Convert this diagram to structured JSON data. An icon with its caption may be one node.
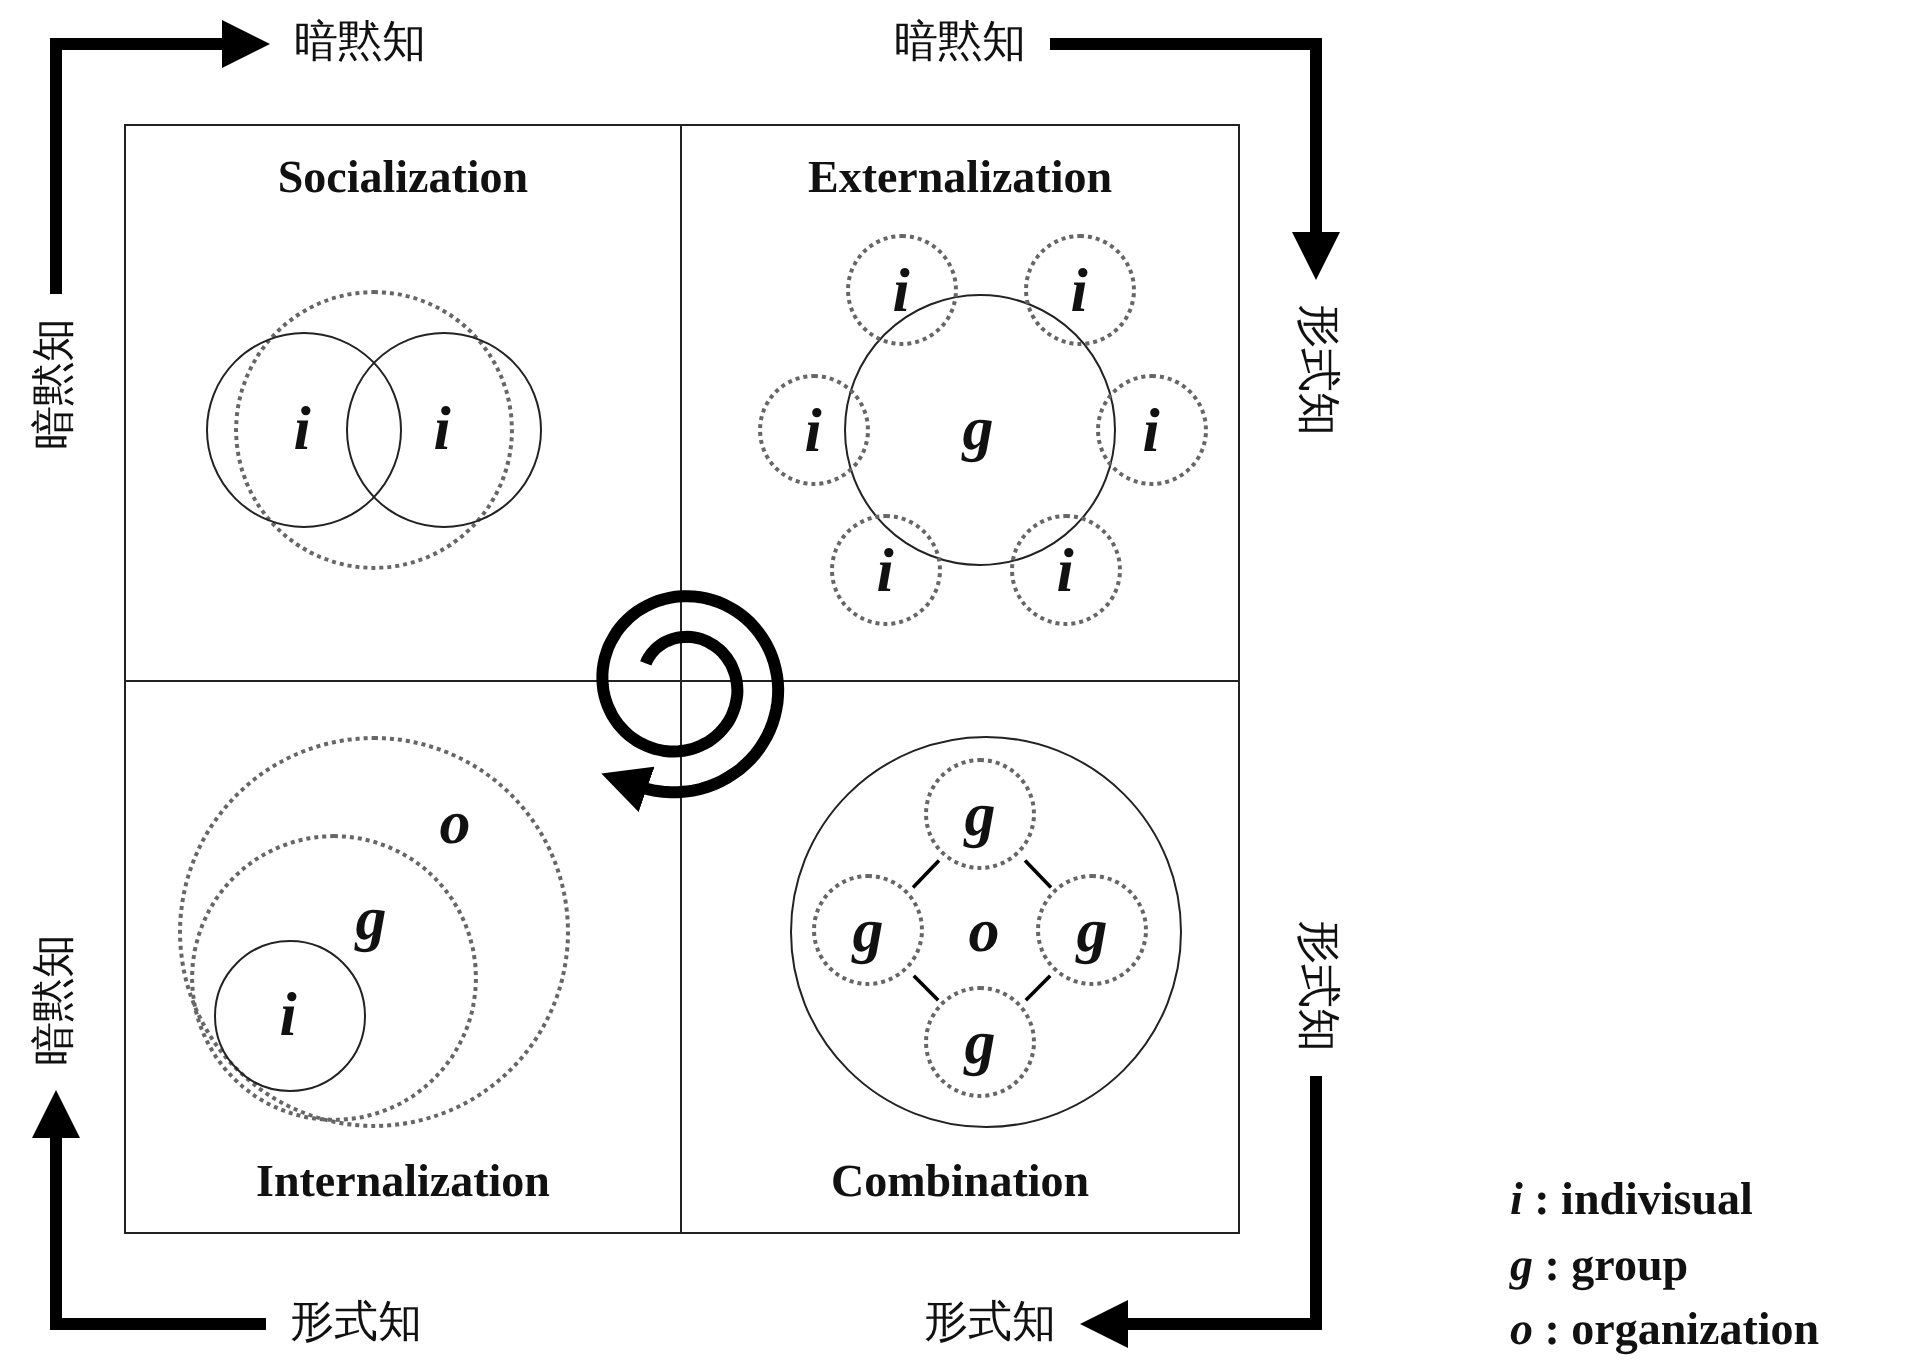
{
  "diagram": {
    "nodes": [
      {
        "text": [
          "Socialization"
        ]
      },
      {
        "text": [],
        "shape": "circle",
        "in": 0
      },
      {
        "text": [
          "i"
        ],
        "in": 0
      },
      {
        "text": [
          "i"
        ],
        "in": 0
      },
      {
        "text": [
          "Externalization"
        ]
      },
      {
        "text": [
          "g"
        ],
        "in": 4
      },
      {
        "text": [
          "i"
        ],
        "in": 4
      },
      {
        "text": [
          "i"
        ],
        "in": 4
      },
      {
        "text": [
          "i"
        ],
        "in": 4
      },
      {
        "text": [
          "i"
        ],
        "in": 4
      },
      {
        "text": [
          "i"
        ],
        "in": 4
      },
      {
        "text": [
          "i"
        ],
        "in": 4
      },
      {
        "text": [
          "Internalization"
        ]
      },
      {
        "text": [
          "o"
        ],
        "in": 12
      },
      {
        "text": [
          "g"
        ],
        "in": 13
      },
      {
        "text": [
          "i"
        ],
        "in": 14
      },
      {
        "text": [
          "Combination"
        ]
      },
      {
        "text": [
          "o"
        ],
        "in": 16
      },
      {
        "text": [
          "g"
        ],
        "in": 17
      },
      {
        "text": [
          "g"
        ],
        "in": 17
      },
      {
        "text": [
          "g"
        ],
        "in": 17
      },
      {
        "text": [
          "g"
        ],
        "in": 17
      },
      {
        "text": [
          "暗黙知"
        ]
      },
      {
        "text": [
          "暗黙知"
        ]
      },
      {
        "text": [
          "暗黙知"
        ]
      },
      {
        "text": [
          "形式知"
        ]
      },
      {
        "text": [
          "暗黙知"
        ]
      },
      {
        "text": [
          "形式知"
        ]
      },
      {
        "text": [
          "形式知"
        ]
      },
      {
        "text": [
          "形式知"
        ]
      }
    ],
    "edges": [
      {
        "from": 24,
        "to": 22,
        "arrow": "to",
        "style": "thick"
      },
      {
        "from": 23,
        "to": 25,
        "arrow": "to",
        "style": "thick"
      },
      {
        "from": 27,
        "to": 29,
        "arrow": "to",
        "style": "thick"
      },
      {
        "from": 28,
        "to": 26,
        "arrow": "to",
        "style": "thick"
      },
      {
        "from": 18,
        "to": 19,
        "arrow": "none"
      },
      {
        "from": 18,
        "to": 20,
        "arrow": "none"
      },
      {
        "from": 19,
        "to": 21,
        "arrow": "none"
      },
      {
        "from": 20,
        "to": 21,
        "arrow": "none"
      }
    ],
    "labels": [
      "*i* : indivisual",
      "*g* : group",
      "*o* : organization"
    ]
  }
}
